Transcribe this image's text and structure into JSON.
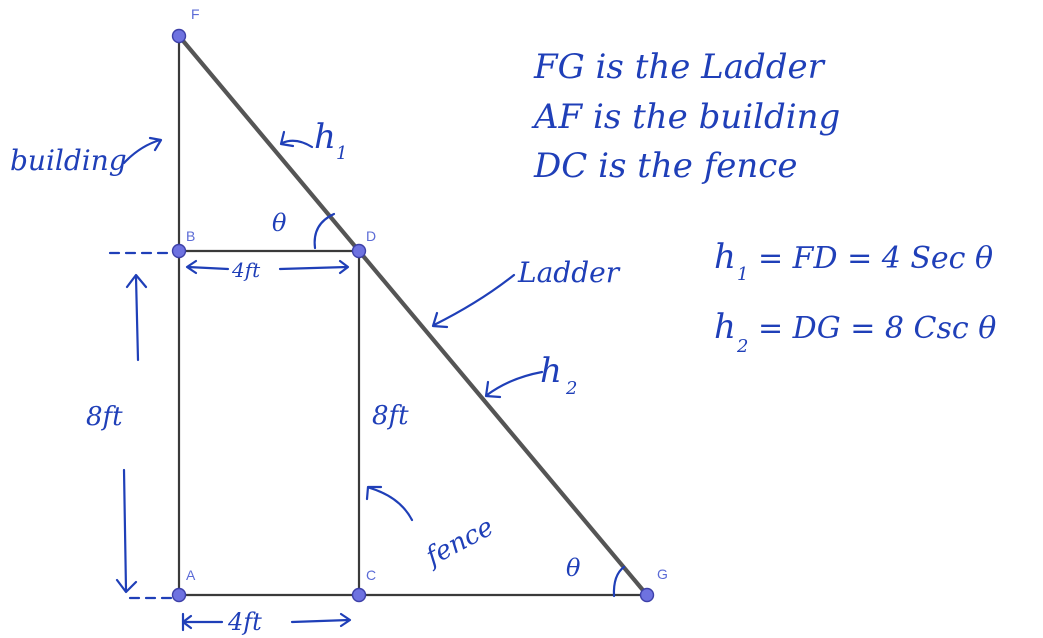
{
  "points": {
    "F": {
      "label": "F"
    },
    "B": {
      "label": "B"
    },
    "D": {
      "label": "D"
    },
    "A": {
      "label": "A"
    },
    "C": {
      "label": "C"
    },
    "G": {
      "label": "G"
    }
  },
  "annotations": {
    "building": "building",
    "h1": "h",
    "h1_sub": "1",
    "theta_top": "θ",
    "ladder": "Ladder",
    "h2": "h",
    "h2_sub": "2",
    "fence": "fence",
    "theta_bottom": "θ",
    "bd_length": "4ft",
    "ac_length": "4ft",
    "left_height": "8ft",
    "fence_height": "8ft"
  },
  "notes": {
    "line1": "FG is the Ladder",
    "line2": "AF is the building",
    "line3": "DC is the fence",
    "eq1_lhs": "h",
    "eq1_sub": "1",
    "eq1_rhs": "= FD = 4 Sec θ",
    "eq2_lhs": "h",
    "eq2_sub": "2",
    "eq2_rhs": "= DG = 8 Csc θ"
  },
  "colors": {
    "ink": "#1f3fb8",
    "point": "#6e72e0",
    "segment": "#3a3a3a"
  }
}
